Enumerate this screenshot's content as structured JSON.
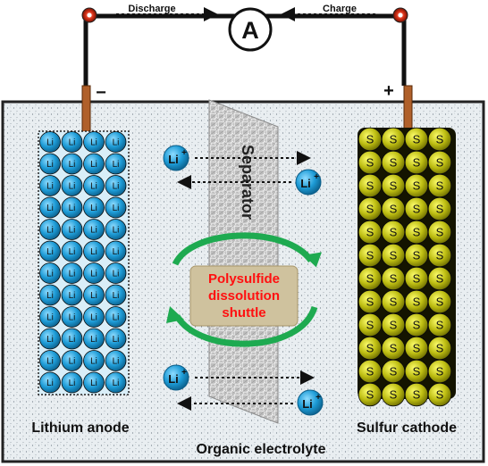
{
  "circuit": {
    "discharge_label": "Discharge",
    "charge_label": "Charge",
    "ammeter_symbol": "A",
    "anode_terminal_sign": "−",
    "cathode_terminal_sign": "+"
  },
  "anode": {
    "atom_symbol": "Li",
    "label": "Lithium anode",
    "color": "#1d9bd6"
  },
  "cathode": {
    "atom_symbol": "S",
    "label": "Sulfur cathode",
    "color": "#bdbd12"
  },
  "separator": {
    "label": "Separator"
  },
  "ion": {
    "symbol": "Li",
    "charge": "+",
    "color": "#22a8df"
  },
  "shuttle": {
    "text_lines": [
      "Polysulfide",
      "dissolution",
      "shuttle"
    ],
    "text_color": "#ff1010",
    "box_color": "#cfc29e",
    "arrow_color": "#1eaa50"
  },
  "electrolyte": {
    "label": "Organic electrolyte"
  }
}
